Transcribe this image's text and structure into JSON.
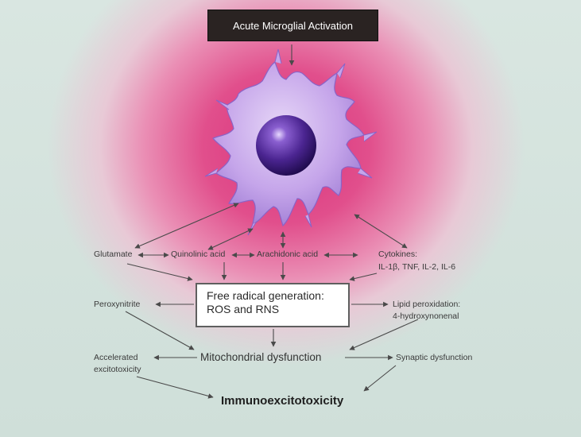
{
  "title": "Acute Microglial Activation",
  "mediators": {
    "glutamate": "Glutamate",
    "quinolinic": "Quinolinic acid",
    "arachidonic": "Arachidonic acid",
    "cytokines": "Cytokines:",
    "cytokines_list": "IL-1β, TNF, IL-2, IL-6"
  },
  "free_radical": {
    "line1": "Free radical generation:",
    "line2": "ROS and RNS"
  },
  "effects": {
    "peroxynitrite": "Peroxynitrite",
    "lipid_line1": "Lipid peroxidation:",
    "lipid_line2": "4-hydroxynonenal",
    "mitochondrial": "Mitochondrial dysfunction",
    "accelerated_line1": "Accelerated",
    "accelerated_line2": "excitotoxicity",
    "synaptic": "Synaptic dysfunction"
  },
  "outcome": "Immunoexcitotoxicity",
  "colors": {
    "background": "#cfdfd9",
    "glow": "#d9327c",
    "cell_body": "#b894e0",
    "nucleus": "#3b1a7a",
    "title_box": "#2a2322",
    "arrow": "#4a4a4a"
  }
}
